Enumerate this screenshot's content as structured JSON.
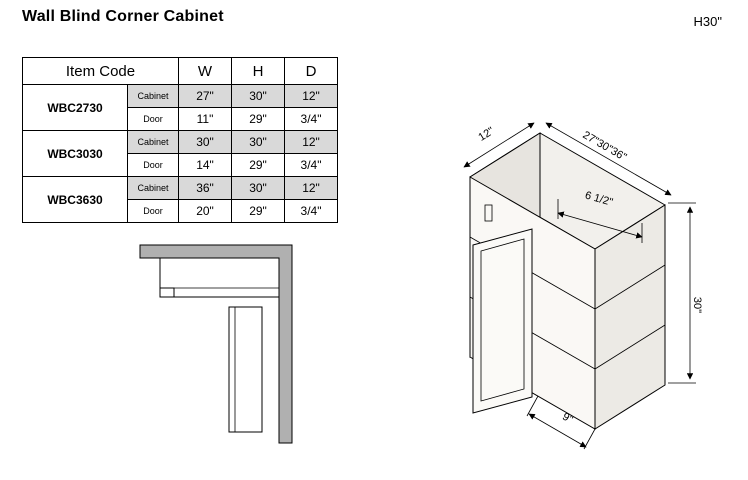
{
  "page": {
    "title": "Wall Blind Corner Cabinet",
    "corner_label": "H30\""
  },
  "table": {
    "header": {
      "item_code": "Item Code",
      "w": "W",
      "h": "H",
      "d": "D"
    },
    "rows": [
      {
        "code": "WBC2730",
        "cabinet": {
          "label": "Cabinet",
          "w": "27\"",
          "h": "30\"",
          "d": "12\""
        },
        "door": {
          "label": "Door",
          "w": "11\"",
          "h": "29\"",
          "d": "3/4\""
        }
      },
      {
        "code": "WBC3030",
        "cabinet": {
          "label": "Cabinet",
          "w": "30\"",
          "h": "30\"",
          "d": "12\""
        },
        "door": {
          "label": "Door",
          "w": "14\"",
          "h": "29\"",
          "d": "3/4\""
        }
      },
      {
        "code": "WBC3630",
        "cabinet": {
          "label": "Cabinet",
          "w": "36\"",
          "h": "30\"",
          "d": "12\""
        },
        "door": {
          "label": "Door",
          "w": "20\"",
          "h": "29\"",
          "d": "3/4\""
        }
      }
    ]
  },
  "isometric": {
    "labels": {
      "depth": "12\"",
      "width_options": "27\"30\"36\"",
      "blind_panel": "6 1/2\"",
      "height": "30\"",
      "door_opening": "9\""
    }
  },
  "colors": {
    "wall_fill": "#b0b0b0",
    "row_shade": "#d9d9d9",
    "line": "#000000"
  }
}
